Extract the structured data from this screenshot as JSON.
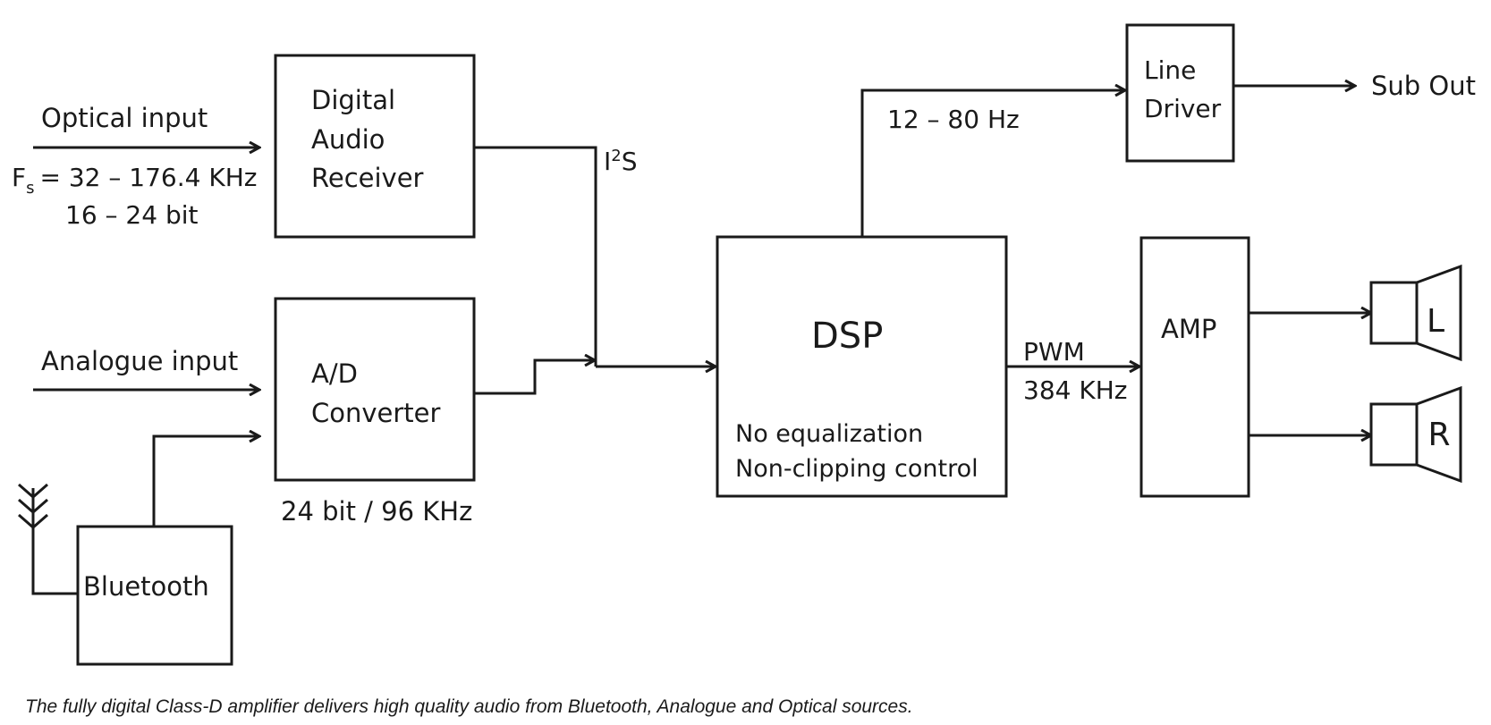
{
  "diagram": {
    "inputs": {
      "optical_label": "Optical input",
      "optical_fs_prefix": "F",
      "optical_fs_sub": "s",
      "optical_fs_value": "= 32 – 176.4 KHz",
      "optical_bits": "16 – 24 bit",
      "analogue_label": "Analogue input"
    },
    "blocks": {
      "receiver_line1": "Digital",
      "receiver_line2": "Audio",
      "receiver_line3": "Receiver",
      "adc_line1": "A/D",
      "adc_line2": "Converter",
      "adc_spec": "24 bit / 96 KHz",
      "bluetooth": "Bluetooth",
      "dsp_title": "DSP",
      "dsp_note1": "No equalization",
      "dsp_note2": "Non-clipping control",
      "line_driver_line1": "Line",
      "line_driver_line2": "Driver",
      "amp": "AMP"
    },
    "signals": {
      "i2s_prefix": "I",
      "i2s_sup": "2",
      "i2s_suffix": "S",
      "sub_range": "12 – 80 Hz",
      "pwm": "PWM",
      "pwm_freq": "384 KHz"
    },
    "outputs": {
      "sub_out": "Sub Out",
      "left": "L",
      "right": "R"
    }
  },
  "caption": "The fully digital Class-D amplifier delivers high quality audio from Bluetooth, Analogue and Optical sources."
}
